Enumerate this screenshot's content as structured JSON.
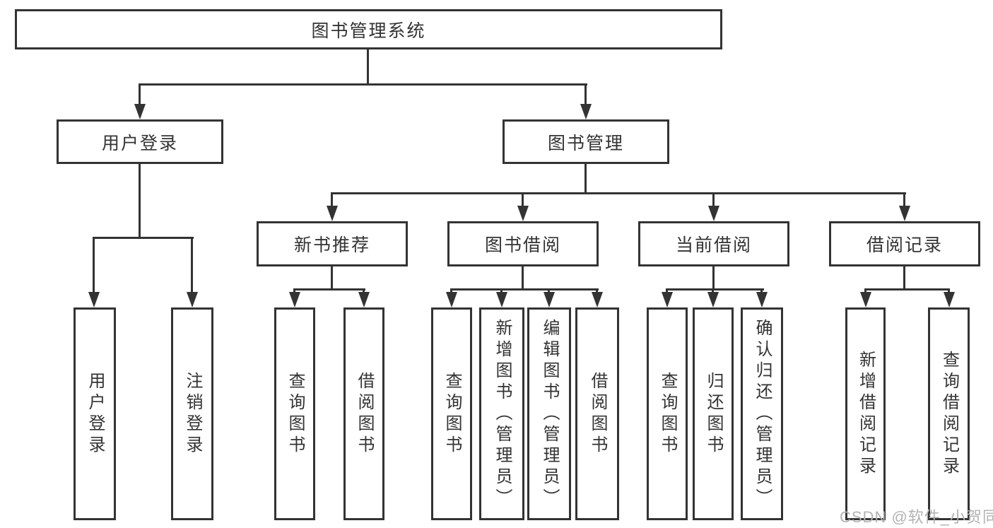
{
  "tree": {
    "root": "图书管理系统",
    "level2": [
      "用户登录",
      "图书管理"
    ],
    "level3": [
      "新书推荐",
      "图书借阅",
      "当前借阅",
      "借阅记录"
    ],
    "leaves": {
      "login": [
        "用户登录",
        "注销登录"
      ],
      "recommend": [
        "查询图书",
        "借阅图书"
      ],
      "borrow": [
        "查询图书",
        "新增图书（管理员）",
        "编辑图书（管理员）",
        "借阅图书"
      ],
      "current": [
        "查询图书",
        "归还图书",
        "确认归还（管理员）"
      ],
      "records": [
        "新增借阅记录",
        "查询借阅记录"
      ]
    }
  },
  "watermark": "CSDN @软件_小贺同学",
  "colors": {
    "line": "#333333",
    "text": "#333333",
    "watermark": "#b3b3b3",
    "background": "#ffffff"
  }
}
